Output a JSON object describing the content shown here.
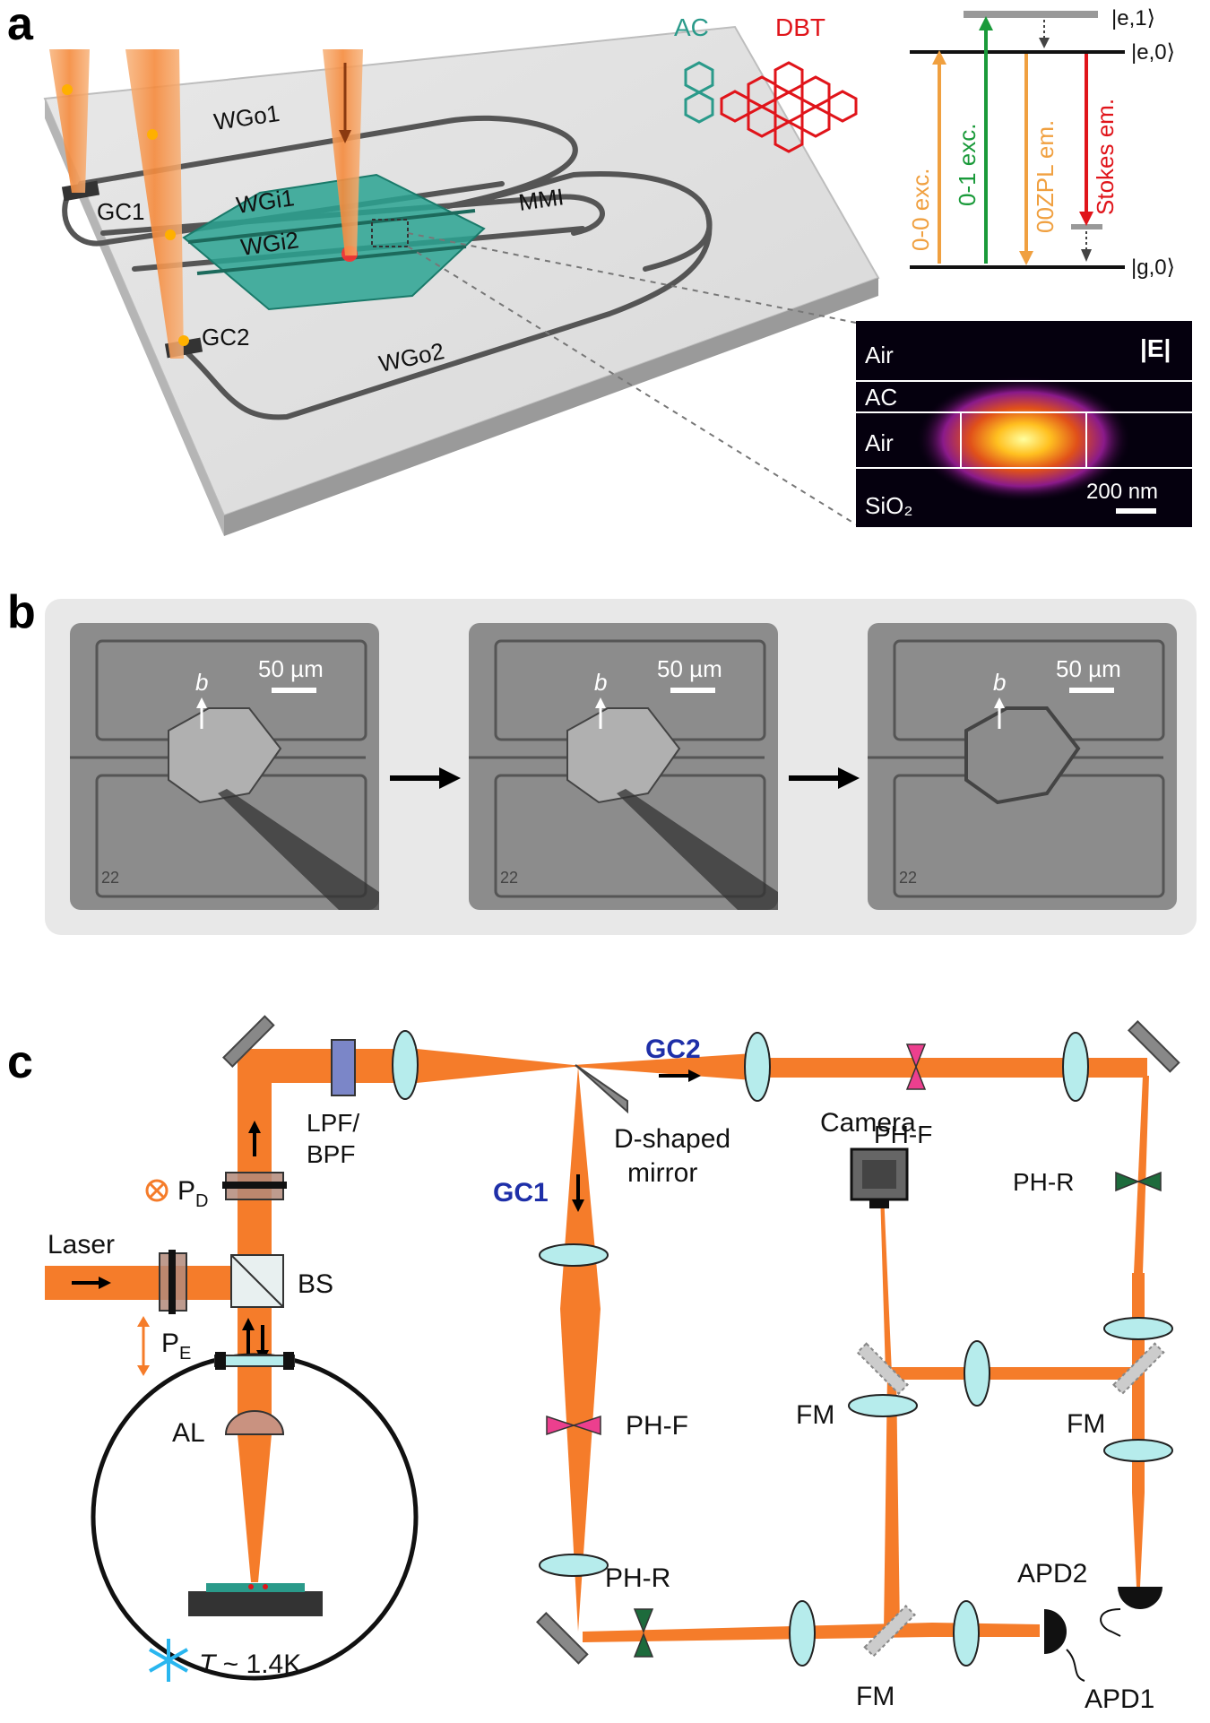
{
  "panels": {
    "a": "a",
    "b": "b",
    "c": "c"
  },
  "panel_a": {
    "chip_labels": {
      "wgo1": "WGo1",
      "wgo2": "WGo2",
      "wgi1": "WGi1",
      "wgi2": "WGi2",
      "mmi": "MMI",
      "gc1": "GC1",
      "gc2": "GC2"
    },
    "molecules": {
      "ac": "AC",
      "dbt": "DBT"
    },
    "energy": {
      "level_e1": "|e,1⟩",
      "level_e0": "|e,0⟩",
      "level_g0": "|g,0⟩",
      "t00exc": "0-0 exc.",
      "t01exc": "0-1 exc.",
      "t00zpl": "00ZPL em.",
      "tstokes": "Stokes em."
    },
    "mode": {
      "air_top": "Air",
      "field": "|E|",
      "ac": "AC",
      "air_mid": "Air",
      "sio2": "SiO₂",
      "scale": "200 nm"
    },
    "colors": {
      "orange": "#f0a040",
      "green": "#1a9a3a",
      "red": "#e0141a",
      "teal": "#2a9a8a",
      "beam": "#f57c2a"
    }
  },
  "panel_b": {
    "images": [
      {
        "scale": "50 µm",
        "axis": "b",
        "number": "22"
      },
      {
        "scale": "50 µm",
        "axis": "b",
        "number": "22"
      },
      {
        "scale": "50 µm",
        "axis": "b",
        "number": "22"
      }
    ]
  },
  "panel_c": {
    "labels": {
      "lpf": "LPF/",
      "bpf": "BPF",
      "gc2": "GC2",
      "gc1": "GC1",
      "dmirror1": "D-shaped",
      "dmirror2": "mirror",
      "phf_top": "PH-F",
      "phr_right": "PH-R",
      "camera": "Camera",
      "pd": "P",
      "pd_sub": "D",
      "laser": "Laser",
      "bs": "BS",
      "pe": "P",
      "pe_sub": "E",
      "al": "AL",
      "phf_mid": "PH-F",
      "fm_left": "FM",
      "fm_right": "FM",
      "fm_bottom": "FM",
      "phr_bottom": "PH-R",
      "apd2": "APD2",
      "apd1": "APD1",
      "temp_t": "T",
      "temp_val": " ~ 1.4K"
    },
    "colors": {
      "beam": "#f57c2a",
      "lens": "#b6ecec",
      "pinhole_f": "#ec3f8e",
      "pinhole_r": "#1d6b3c",
      "gc_label": "#1e2fa8",
      "snow": "#29b6ef"
    }
  }
}
